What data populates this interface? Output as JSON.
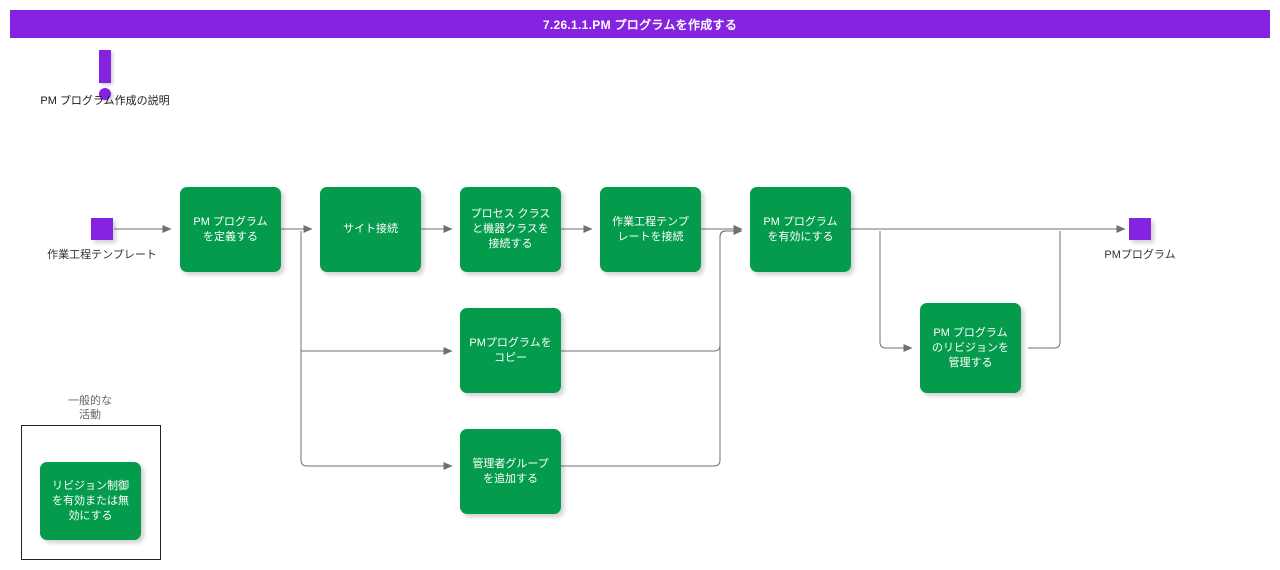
{
  "header": {
    "title": "7.26.1.1.PM プログラムを作成する",
    "bg_color": "#8424e0",
    "text_color": "#ffffff"
  },
  "colors": {
    "process_green": "#059b4c",
    "terminator_purple": "#8424e0",
    "connector_gray": "#707070",
    "group_label_gray": "#666666"
  },
  "note": {
    "icon": "exclamation-icon",
    "label": "PM プログラム作成の説明"
  },
  "terminators": [
    {
      "name": "start",
      "label": "作業工程テンプレート"
    },
    {
      "name": "end",
      "label": "PMプログラム"
    }
  ],
  "nodes": {
    "define_pm_program": "PM プログラムを定義する",
    "site_connection": "サイト接続",
    "connect_process_equipment_class": "プロセス クラスと機器クラスを接続する",
    "connect_work_template": "作業工程テンプレートを接続",
    "enable_pm_program": "PM プログラムを有効にする",
    "copy_pm_program": "PMプログラムをコピー",
    "add_admin_group": "管理者グループを追加する",
    "manage_revision": "PM プログラムのリビジョンを管理する",
    "toggle_revision_control": "リビジョン制御を有効または無効にする"
  },
  "group": {
    "label": "一般的な 活動",
    "label_line1": "一般的な",
    "label_line2": "活動"
  }
}
